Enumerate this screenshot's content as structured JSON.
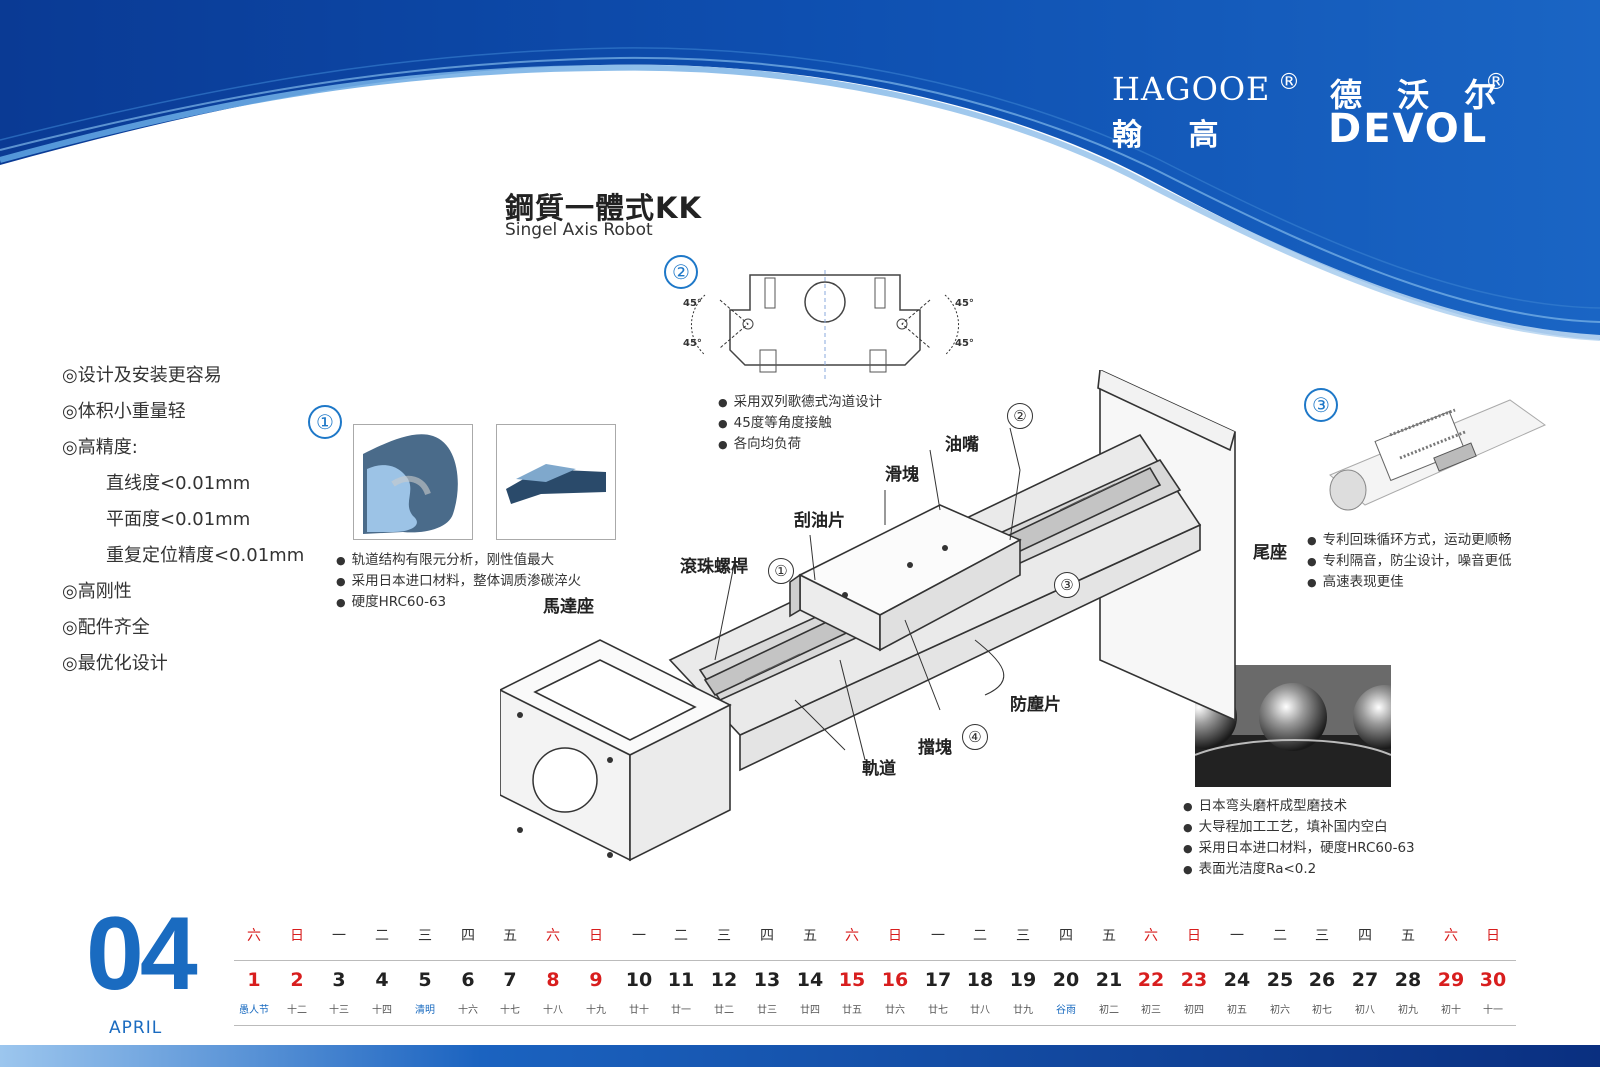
{
  "brand": {
    "en": "HAGOOE",
    "reg_mark": "®",
    "cn_left": "翰 高",
    "cn_right": "德 沃 尔",
    "devol": "DEVOL"
  },
  "colors": {
    "accent_blue": "#1a6bc0",
    "holiday_red": "#d81e1e",
    "header_dark": "#0b3f9a"
  },
  "product": {
    "title_cn": "鋼質一體式KK",
    "title_en": "Singel Axis Robot"
  },
  "features": [
    "◎设计及安装更容易",
    "◎体积小重量轻",
    "◎高精度:",
    "直线度<0.01mm",
    "平面度<0.01mm",
    "重复定位精度<0.01mm",
    "◎高刚性",
    "◎配件齐全",
    "◎最优化设计"
  ],
  "callouts": {
    "c1": {
      "num": "①",
      "bullets": [
        "轨道结构有限元分析，刚性值最大",
        "采用日本进口材料，整体调质渗碳淬火",
        "硬度HRC60-63"
      ]
    },
    "c2": {
      "num": "②",
      "bullets": [
        "采用双列歌德式沟道设计",
        "45度等角度接触",
        "各向均负荷"
      ],
      "angle": "45°"
    },
    "c3": {
      "num": "③",
      "bullets": [
        "专利回珠循环方式，运动更顺畅",
        "专利隔音，防尘设计，噪音更低",
        "高速表现更佳"
      ]
    },
    "c4": {
      "num": "④",
      "bullets": [
        "日本弯头磨杆成型磨技术",
        "大导程加工工艺，填补国内空白",
        "采用日本进口材料，硬度HRC60-63",
        "表面光洁度Ra<0.2"
      ]
    }
  },
  "part_labels": {
    "oil_nozzle": "油嘴",
    "slider": "滑塊",
    "wiper": "刮油片",
    "ball_screw": "滾珠螺桿",
    "motor_seat": "馬達座",
    "tail_seat": "尾座",
    "dust_cover": "防塵片",
    "stopper": "擋塊",
    "rail": "軌道",
    "n1": "①",
    "n2": "②",
    "n3": "③",
    "n4": "④"
  },
  "calendar": {
    "month_num": "04",
    "month_name": "APRIL",
    "days": [
      {
        "wd": "六",
        "d": "1",
        "lunar": "愚人节",
        "hol": true,
        "lunarBlue": true
      },
      {
        "wd": "日",
        "d": "2",
        "lunar": "十二",
        "hol": true
      },
      {
        "wd": "一",
        "d": "3",
        "lunar": "十三"
      },
      {
        "wd": "二",
        "d": "4",
        "lunar": "十四"
      },
      {
        "wd": "三",
        "d": "5",
        "lunar": "清明",
        "lunarBlue": true
      },
      {
        "wd": "四",
        "d": "6",
        "lunar": "十六"
      },
      {
        "wd": "五",
        "d": "7",
        "lunar": "十七"
      },
      {
        "wd": "六",
        "d": "8",
        "lunar": "十八",
        "hol": true
      },
      {
        "wd": "日",
        "d": "9",
        "lunar": "十九",
        "hol": true
      },
      {
        "wd": "一",
        "d": "10",
        "lunar": "廿十"
      },
      {
        "wd": "二",
        "d": "11",
        "lunar": "廿一"
      },
      {
        "wd": "三",
        "d": "12",
        "lunar": "廿二"
      },
      {
        "wd": "四",
        "d": "13",
        "lunar": "廿三"
      },
      {
        "wd": "五",
        "d": "14",
        "lunar": "廿四"
      },
      {
        "wd": "六",
        "d": "15",
        "lunar": "廿五",
        "hol": true
      },
      {
        "wd": "日",
        "d": "16",
        "lunar": "廿六",
        "hol": true
      },
      {
        "wd": "一",
        "d": "17",
        "lunar": "廿七"
      },
      {
        "wd": "二",
        "d": "18",
        "lunar": "廿八"
      },
      {
        "wd": "三",
        "d": "19",
        "lunar": "廿九"
      },
      {
        "wd": "四",
        "d": "20",
        "lunar": "谷雨",
        "lunarBlue": true
      },
      {
        "wd": "五",
        "d": "21",
        "lunar": "初二"
      },
      {
        "wd": "六",
        "d": "22",
        "lunar": "初三",
        "hol": true
      },
      {
        "wd": "日",
        "d": "23",
        "lunar": "初四",
        "hol": true
      },
      {
        "wd": "一",
        "d": "24",
        "lunar": "初五"
      },
      {
        "wd": "二",
        "d": "25",
        "lunar": "初六"
      },
      {
        "wd": "三",
        "d": "26",
        "lunar": "初七"
      },
      {
        "wd": "四",
        "d": "27",
        "lunar": "初八"
      },
      {
        "wd": "五",
        "d": "28",
        "lunar": "初九"
      },
      {
        "wd": "六",
        "d": "29",
        "lunar": "初十",
        "hol": true
      },
      {
        "wd": "日",
        "d": "30",
        "lunar": "十一",
        "hol": true
      }
    ]
  }
}
